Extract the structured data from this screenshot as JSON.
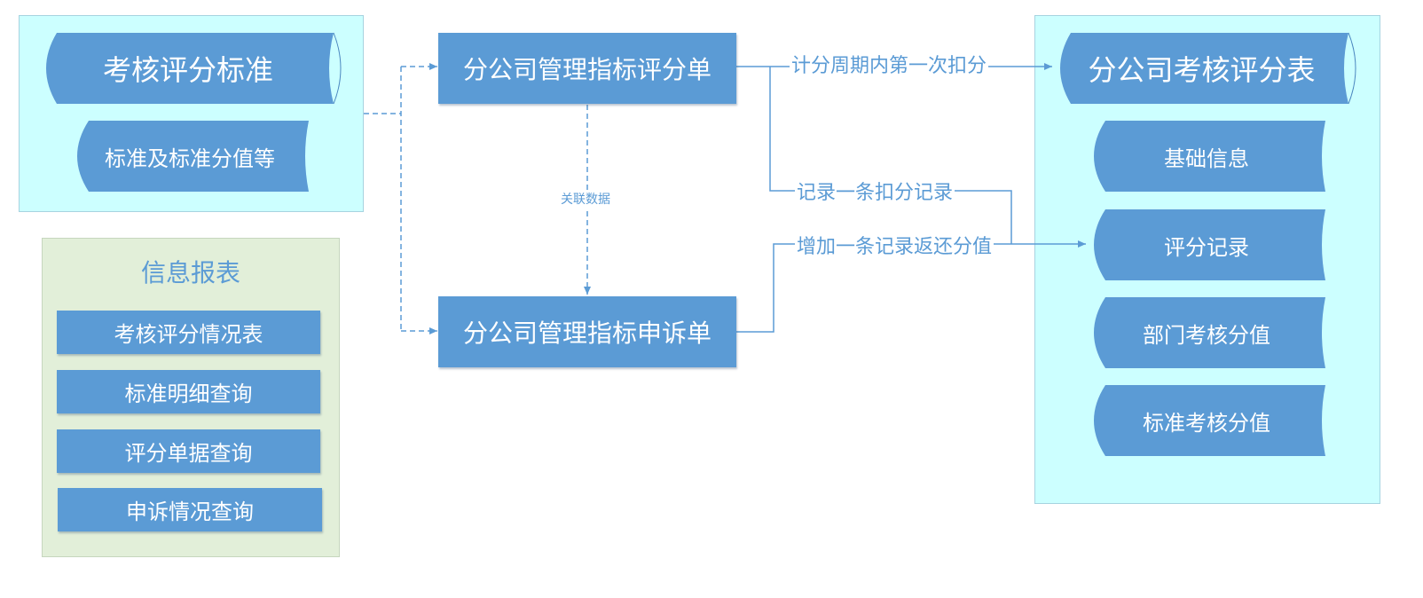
{
  "standards_panel": {
    "title": "考核评分标准",
    "item": "标准及标准分值等"
  },
  "reports_panel": {
    "title": "信息报表",
    "items": [
      "考核评分情况表",
      "标准明细查询",
      "评分单据查询",
      "申诉情况查询"
    ]
  },
  "scoring_form": {
    "label": "分公司管理指标评分单"
  },
  "appeal_form": {
    "label": "分公司管理指标申诉单"
  },
  "score_table_panel": {
    "title": "分公司考核评分表",
    "items": [
      "基础信息",
      "评分记录",
      "部门考核分值",
      "标准考核分值"
    ]
  },
  "edges": {
    "related_data": "关联数据",
    "first_deduction": "计分周期内第一次扣分",
    "record_deduction": "记录一条扣分记录",
    "add_return_record": "增加一条记录返还分值"
  },
  "colors": {
    "shape_fill": "#5b9bd5",
    "cyan_panel": "#ccffff",
    "green_panel": "#e2efd9",
    "line": "#5b9bd5"
  }
}
